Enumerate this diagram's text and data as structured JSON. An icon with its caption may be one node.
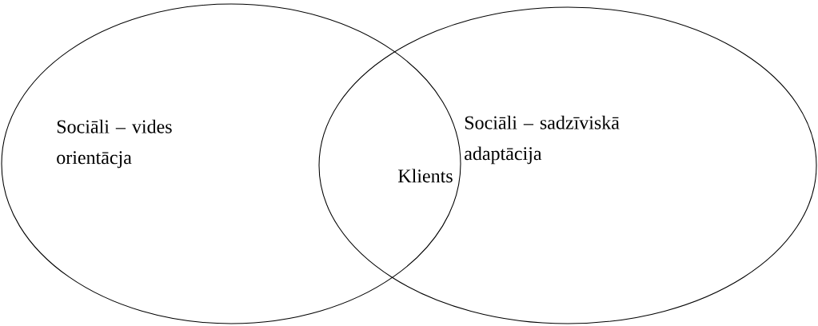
{
  "diagram": {
    "nodes": [
      {
        "text": [
          "Sociāli – vides orientācja"
        ]
      },
      {
        "text": [
          "Sociāli – sadzīviskā adaptācija"
        ]
      }
    ],
    "labels": [
      "Klients"
    ]
  }
}
